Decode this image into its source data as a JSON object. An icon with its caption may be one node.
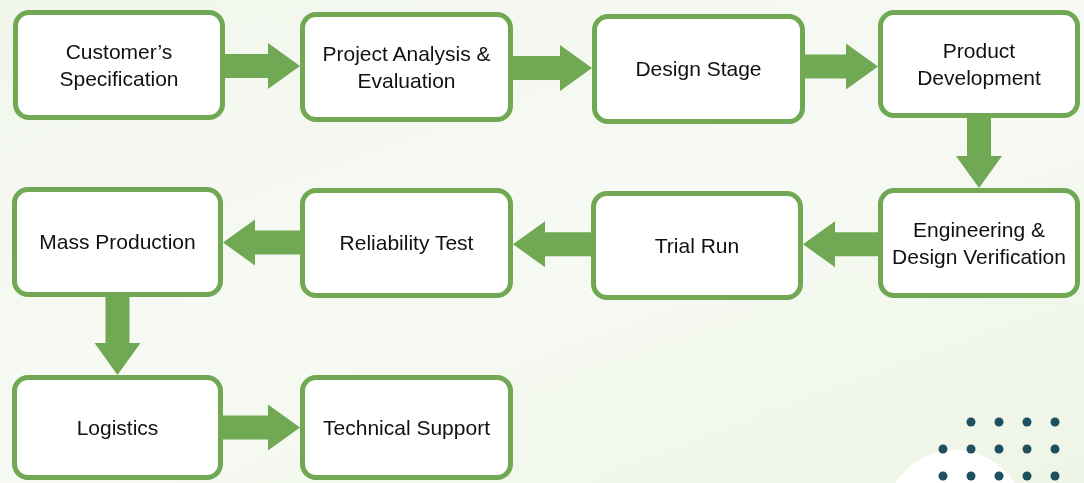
{
  "diagram": {
    "nodes": [
      {
        "text": [
          "Customer’s Specification"
        ]
      },
      {
        "text": [
          "Project Analysis & Evaluation"
        ]
      },
      {
        "text": [
          "Design Stage"
        ]
      },
      {
        "text": [
          "Product Development"
        ]
      },
      {
        "text": [
          "Engineering & Design Verification"
        ]
      },
      {
        "text": [
          "Trial Run"
        ]
      },
      {
        "text": [
          "Reliability Test"
        ]
      },
      {
        "text": [
          "Mass Production"
        ]
      },
      {
        "text": [
          "Logistics"
        ]
      },
      {
        "text": [
          "Technical Support"
        ]
      }
    ],
    "edges": [
      {
        "from": 0,
        "to": 1,
        "arrow": "to"
      },
      {
        "from": 1,
        "to": 2,
        "arrow": "to"
      },
      {
        "from": 2,
        "to": 3,
        "arrow": "to"
      },
      {
        "from": 3,
        "to": 4,
        "arrow": "to"
      },
      {
        "from": 4,
        "to": 5,
        "arrow": "to"
      },
      {
        "from": 5,
        "to": 6,
        "arrow": "to"
      },
      {
        "from": 6,
        "to": 7,
        "arrow": "to"
      },
      {
        "from": 7,
        "to": 8,
        "arrow": "to"
      },
      {
        "from": 8,
        "to": 9,
        "arrow": "to"
      }
    ]
  }
}
